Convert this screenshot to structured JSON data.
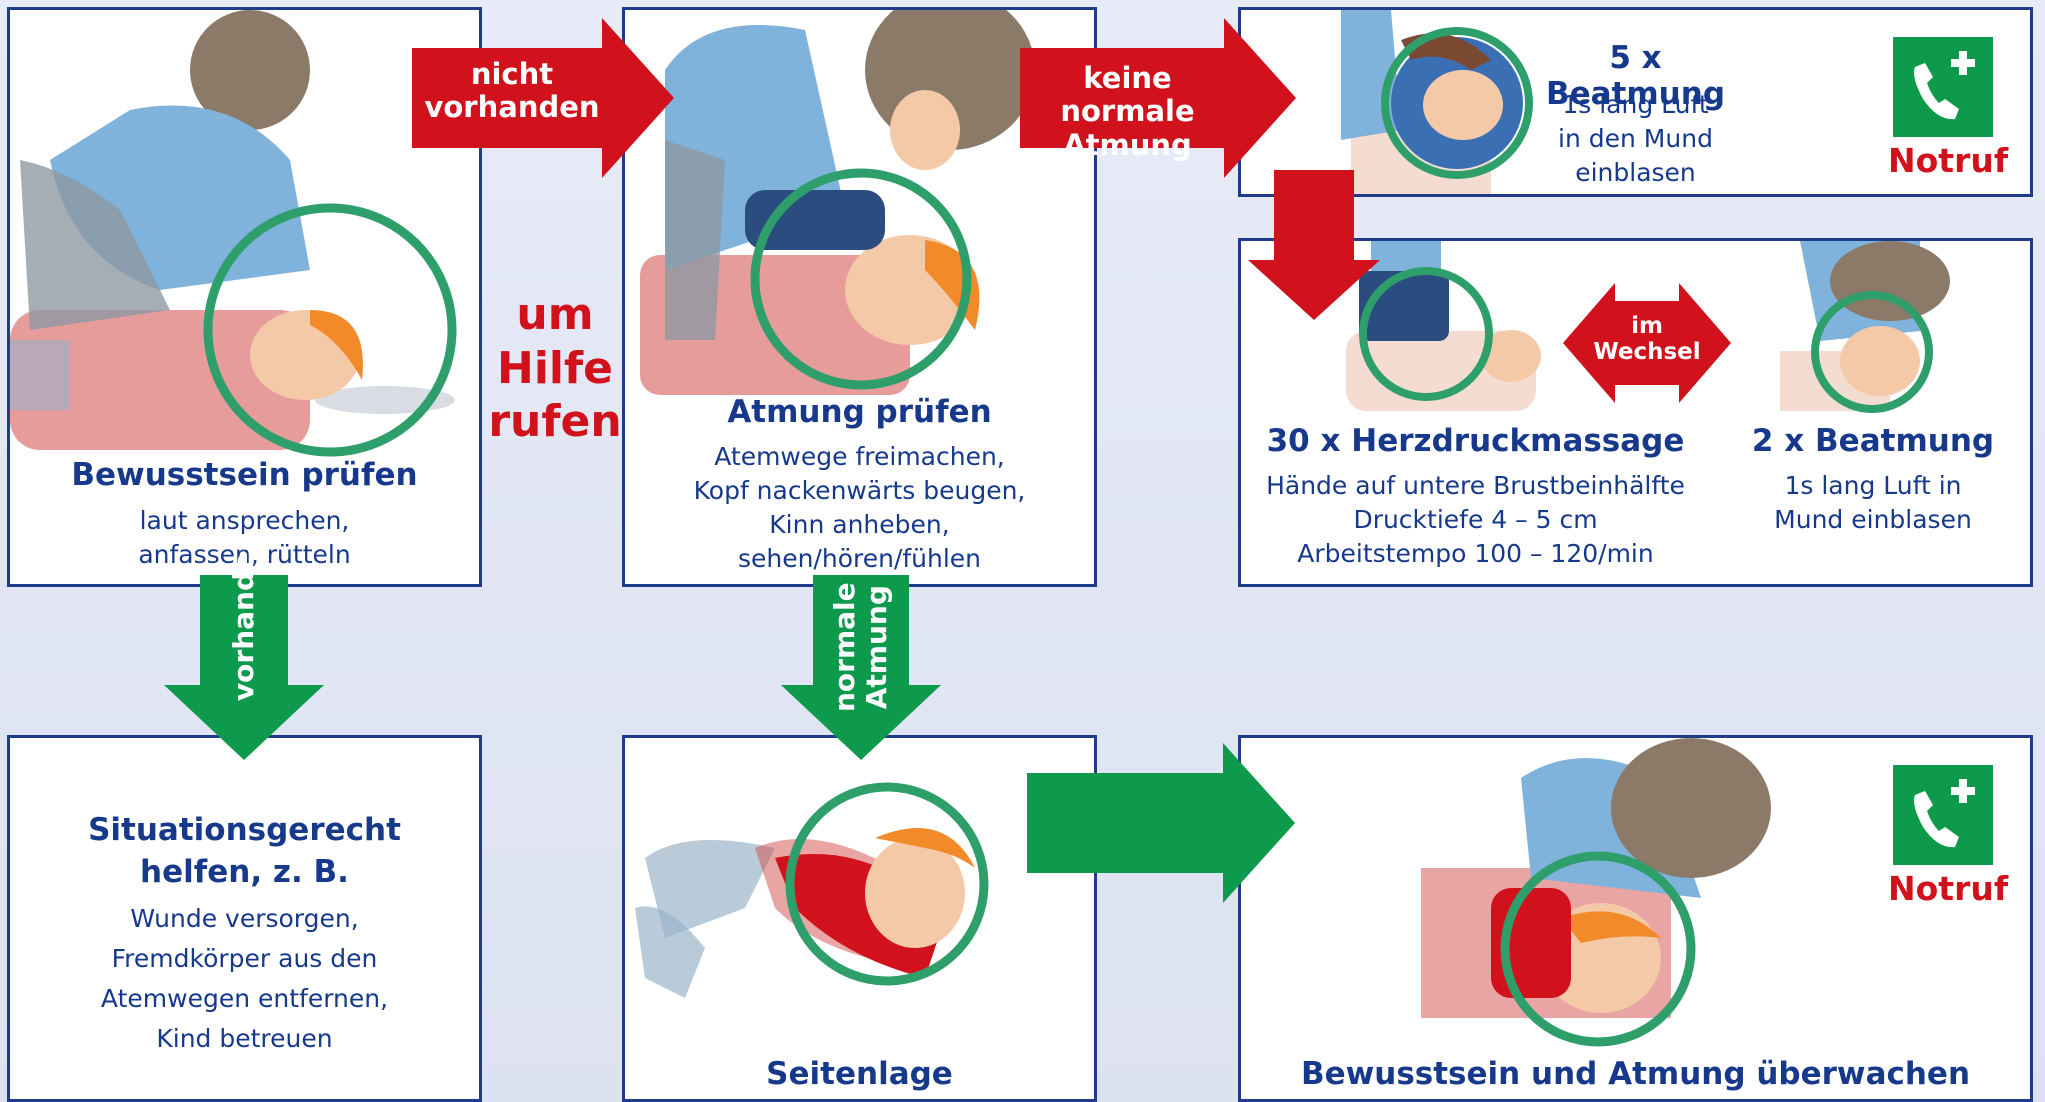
{
  "colors": {
    "frame": "#1f3c8a",
    "text": "#16398c",
    "red": "#d1121c",
    "green": "#0d9a4c",
    "circle": "#2e9e6b"
  },
  "boxes": {
    "consciousness": {
      "title": "Bewusstsein prüfen",
      "lines": [
        "laut ansprechen,",
        "anfassen, rütteln"
      ]
    },
    "breathing": {
      "title": "Atmung prüfen",
      "lines": [
        "Atemwege freimachen,",
        "Kopf nackenwärts beugen,",
        "Kinn anheben,",
        "sehen/hören/fühlen"
      ]
    },
    "rescue_breaths": {
      "title": "5 x Beatmung",
      "lines": [
        "1s lang Luft",
        "in den Mund einblasen"
      ]
    },
    "compressions": {
      "title": "30 x Herzdruckmassage",
      "lines": [
        "Hände auf untere Brustbeinhälfte",
        "Drucktiefe 4 – 5 cm",
        "Arbeitstempo 100 – 120/min"
      ]
    },
    "breaths2": {
      "title": "2 x Beatmung",
      "lines": [
        "1s lang Luft in",
        "Mund einblasen"
      ]
    },
    "situational": {
      "title_lines": [
        "Situationsgerecht",
        "helfen, z. B."
      ],
      "lines": [
        "Wunde versorgen,",
        "Fremdkörper aus den",
        "Atemwegen entfernen,",
        "Kind betreuen"
      ]
    },
    "recovery": {
      "title": "Seitenlage"
    },
    "monitor": {
      "title": "Bewusstsein und Atmung überwachen"
    }
  },
  "arrows": {
    "not_present": {
      "lines": [
        "nicht",
        "vorhanden"
      ]
    },
    "no_normal_breathing": {
      "lines": [
        "keine normale",
        "Atmung"
      ]
    },
    "present": {
      "label": "vorhanden"
    },
    "normal_breathing": {
      "lines": [
        "normale",
        "Atmung"
      ]
    },
    "alternate": {
      "lines": [
        "im",
        "Wechsel"
      ]
    }
  },
  "call_help": {
    "lines": [
      "um",
      "Hilfe",
      "rufen"
    ]
  },
  "emergency": {
    "label": "Notruf",
    "icon": "emergency-phone-icon"
  }
}
